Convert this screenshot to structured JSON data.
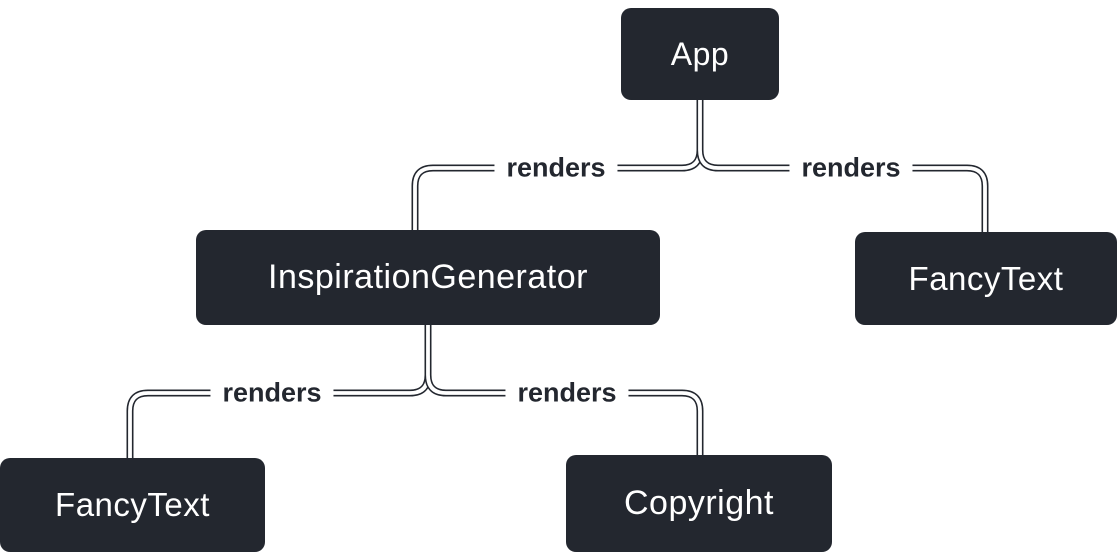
{
  "diagram": {
    "type": "component-render-tree",
    "nodes": {
      "app": {
        "label": "App"
      },
      "inspiration_generator": {
        "label": "InspirationGenerator"
      },
      "fancy_text_top": {
        "label": "FancyText"
      },
      "fancy_text_bottom": {
        "label": "FancyText"
      },
      "copyright": {
        "label": "Copyright"
      }
    },
    "edges": [
      {
        "from": "App",
        "to": "InspirationGenerator",
        "label": "renders"
      },
      {
        "from": "App",
        "to": "FancyText",
        "label": "renders"
      },
      {
        "from": "InspirationGenerator",
        "to": "FancyText",
        "label": "renders"
      },
      {
        "from": "InspirationGenerator",
        "to": "Copyright",
        "label": "renders"
      }
    ],
    "colors": {
      "background": "#ffffff",
      "node_fill": "#23272f",
      "node_text": "#ffffff",
      "edge_stroke": "#ffffff",
      "edge_outline": "#23272f",
      "edge_label_text": "#23272f"
    }
  }
}
